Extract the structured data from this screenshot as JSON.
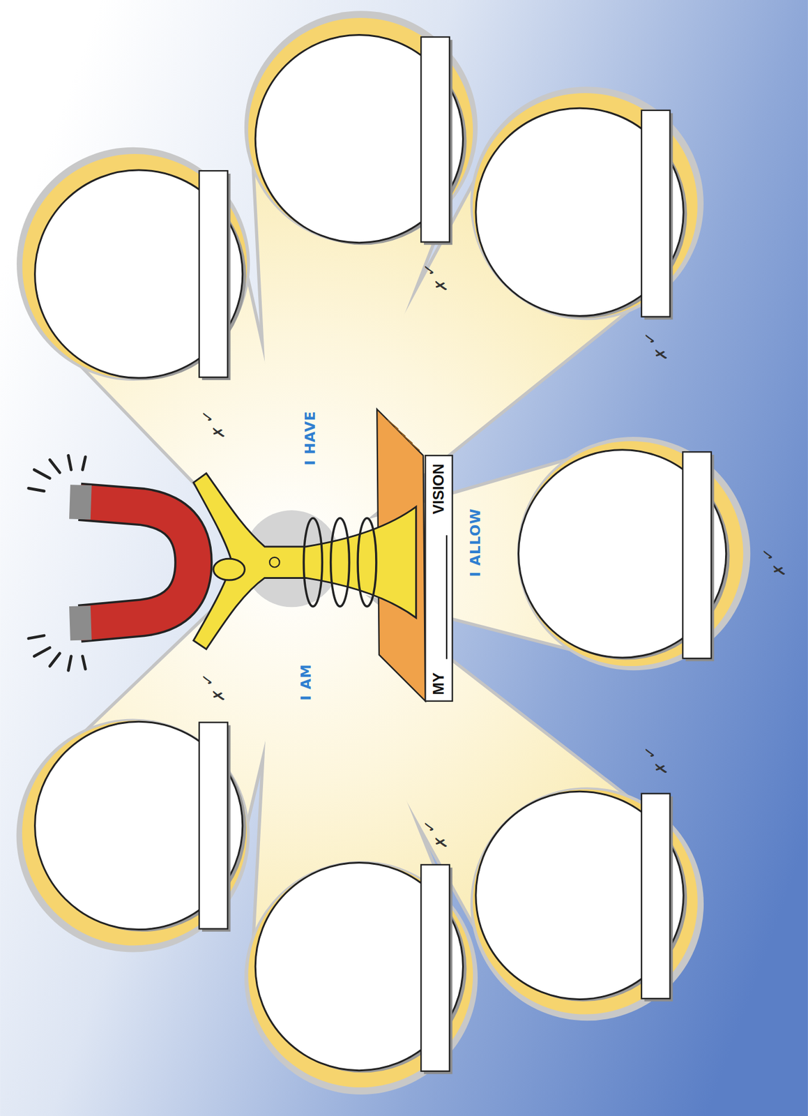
{
  "diagram": {
    "nodes": [
      {
        "text": [
          "MY",
          "VISION"
        ]
      }
    ],
    "labels": [
      "I AM",
      "I HAVE",
      "I ALLOW",
      "✓",
      "✗",
      "✓",
      "✗",
      "✓",
      "✗",
      "✓",
      "✗",
      "✓",
      "✗",
      "✓",
      "✗",
      "✓",
      "✗"
    ]
  }
}
